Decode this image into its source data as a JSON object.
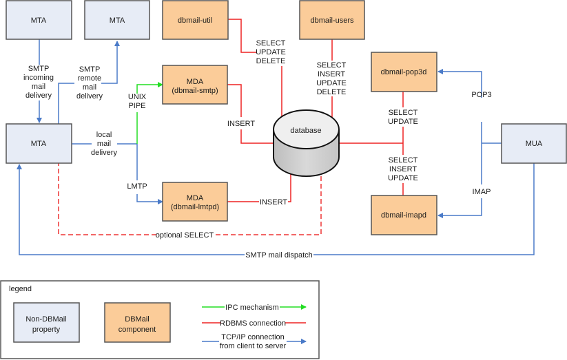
{
  "colors": {
    "non_dbmail_fill": "#e7ecf6",
    "dbmail_fill": "#fbcc99",
    "box_stroke": "#555555",
    "ipc": "#22dd22",
    "rdbms": "#ee2222",
    "tcpip": "#4a7ac8"
  },
  "nodes": {
    "mta_in": "MTA",
    "mta_remote": "MTA",
    "mta_main": "MTA",
    "dbmail_util": "dbmail-util",
    "dbmail_users": "dbmail-users",
    "mda_smtp": [
      "MDA",
      "(dbmail-smtp)"
    ],
    "mda_lmtpd": [
      "MDA",
      "(dbmail-lmtpd)"
    ],
    "database": "database",
    "dbmail_pop3d": "dbmail-pop3d",
    "dbmail_imapd": "dbmail-imapd",
    "mua": "MUA"
  },
  "edges": {
    "smtp_incoming": [
      "SMTP",
      "incoming",
      "mail",
      "delivery"
    ],
    "smtp_remote": [
      "SMTP",
      "remote",
      "mail",
      "delivery"
    ],
    "local_delivery": [
      "local",
      "mail",
      "delivery"
    ],
    "unix_pipe": [
      "UNIX",
      "PIPE"
    ],
    "lmtp": "LMTP",
    "util_ops": [
      "SELECT",
      "UPDATE",
      "DELETE"
    ],
    "users_ops": [
      "SELECT",
      "INSERT",
      "UPDATE",
      "DELETE"
    ],
    "smtp_insert": "INSERT",
    "lmtpd_insert": "INSERT",
    "pop3_ops": [
      "SELECT",
      "UPDATE"
    ],
    "imap_ops": [
      "SELECT",
      "INSERT",
      "UPDATE"
    ],
    "pop3": "POP3",
    "imap": "IMAP",
    "optional_select": "optional SELECT",
    "smtp_dispatch": "SMTP mail dispatch"
  },
  "legend": {
    "title": "legend",
    "non_dbmail": [
      "Non-DBMail",
      "property"
    ],
    "dbmail": [
      "DBMail",
      "component"
    ],
    "ipc": "IPC mechanism",
    "rdbms": "RDBMS connection",
    "tcpip": [
      "TCP/IP connection",
      "from client to server"
    ]
  }
}
